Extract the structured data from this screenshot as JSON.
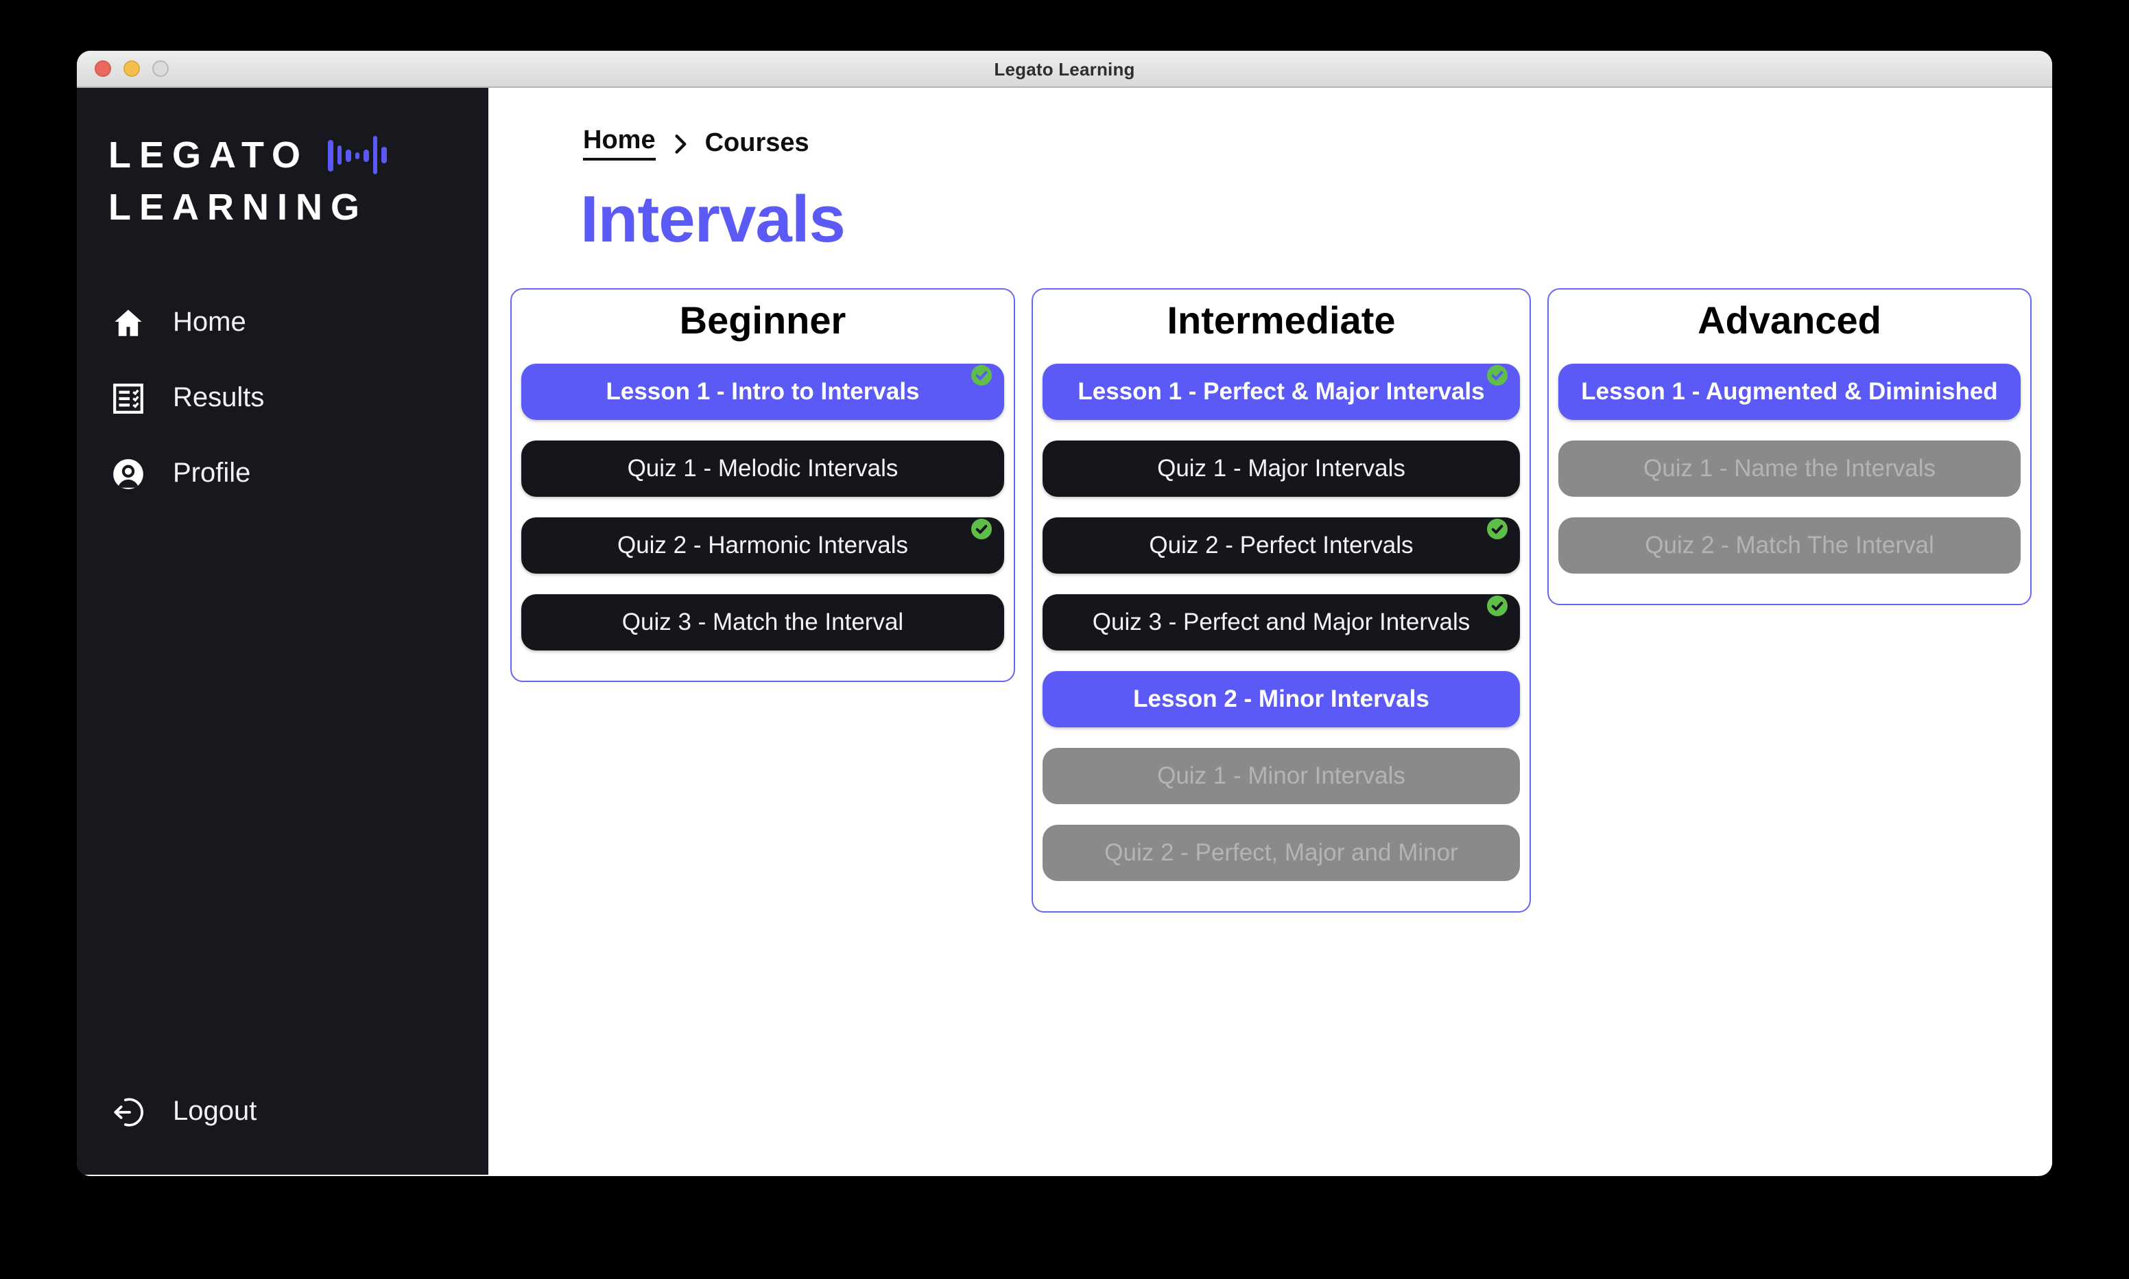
{
  "window": {
    "title": "Legato Learning"
  },
  "sidebar": {
    "logo": {
      "line1": "LEGATO",
      "line2": "LEARNING",
      "icon": "waveform-icon"
    },
    "items": [
      {
        "label": "Home",
        "icon": "home-icon"
      },
      {
        "label": "Results",
        "icon": "results-checklist-icon"
      },
      {
        "label": "Profile",
        "icon": "profile-icon"
      }
    ],
    "logout": {
      "label": "Logout",
      "icon": "logout-icon"
    }
  },
  "breadcrumb": {
    "home": "Home",
    "current": "Courses",
    "separator_icon": "chevron-right-icon"
  },
  "page": {
    "title": "Intervals"
  },
  "colors": {
    "accent": "#5B5AF6",
    "button_dark": "#14161B",
    "sidebar_bg": "#16181D",
    "disabled_bg": "#8A8A8A",
    "disabled_text": "#B4B4B4",
    "check_green": "#5FBE49"
  },
  "columns": [
    {
      "title": "Beginner",
      "items": [
        {
          "label": "Lesson 1 - Intro to Intervals",
          "type": "lesson",
          "completed": true
        },
        {
          "label": "Quiz 1 - Melodic Intervals",
          "type": "quiz",
          "completed": false
        },
        {
          "label": "Quiz 2 - Harmonic Intervals",
          "type": "quiz",
          "completed": true
        },
        {
          "label": "Quiz 3 - Match the Interval",
          "type": "quiz",
          "completed": false
        }
      ]
    },
    {
      "title": "Intermediate",
      "items": [
        {
          "label": "Lesson 1 - Perfect & Major Intervals",
          "type": "lesson",
          "completed": true
        },
        {
          "label": "Quiz 1 - Major Intervals",
          "type": "quiz",
          "completed": false
        },
        {
          "label": "Quiz 2 - Perfect Intervals",
          "type": "quiz",
          "completed": true
        },
        {
          "label": "Quiz 3 - Perfect and Major Intervals",
          "type": "quiz",
          "completed": true
        },
        {
          "label": "Lesson 2 - Minor Intervals",
          "type": "lesson",
          "completed": false
        },
        {
          "label": "Quiz 1 - Minor Intervals",
          "type": "quiz-disabled",
          "completed": false
        },
        {
          "label": "Quiz 2 - Perfect, Major and Minor",
          "type": "quiz-disabled",
          "completed": false
        }
      ]
    },
    {
      "title": "Advanced",
      "items": [
        {
          "label": "Lesson 1 - Augmented & Diminished",
          "type": "lesson",
          "completed": false
        },
        {
          "label": "Quiz 1 - Name the Intervals",
          "type": "quiz-disabled",
          "completed": false
        },
        {
          "label": "Quiz 2 - Match The Interval",
          "type": "quiz-disabled",
          "completed": false
        }
      ]
    }
  ]
}
